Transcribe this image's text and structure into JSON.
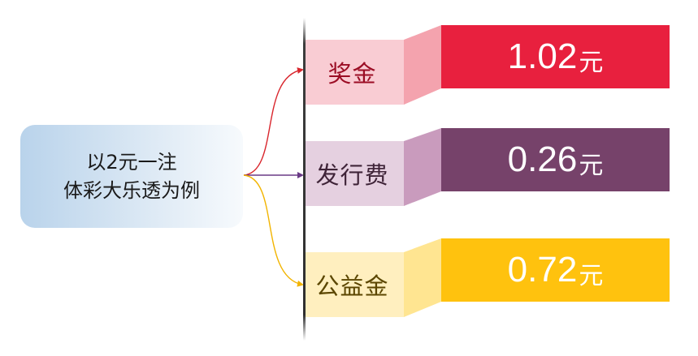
{
  "source": {
    "line1": "以2元一注",
    "line2": "体彩大乐透为例"
  },
  "items": [
    {
      "label": "奖金",
      "value": "1.02",
      "unit": "元",
      "colors": {
        "label_bg": "#f9ccd3",
        "label_text": "#9b0d24",
        "bridge": "#f4a3ae",
        "value_bg": "#e8203e",
        "arrow": "#d9262d"
      }
    },
    {
      "label": "发行费",
      "value": "0.26",
      "unit": "元",
      "colors": {
        "label_bg": "#e5d0e0",
        "label_text": "#3f2438",
        "bridge": "#c99bbd",
        "value_bg": "#76426a",
        "arrow": "#6a3a86"
      }
    },
    {
      "label": "公益金",
      "value": "0.72",
      "unit": "元",
      "colors": {
        "label_bg": "#ffefbf",
        "label_text": "#5b4600",
        "bridge": "#ffe591",
        "value_bg": "#ffc20e",
        "arrow": "#f2b400"
      }
    }
  ]
}
